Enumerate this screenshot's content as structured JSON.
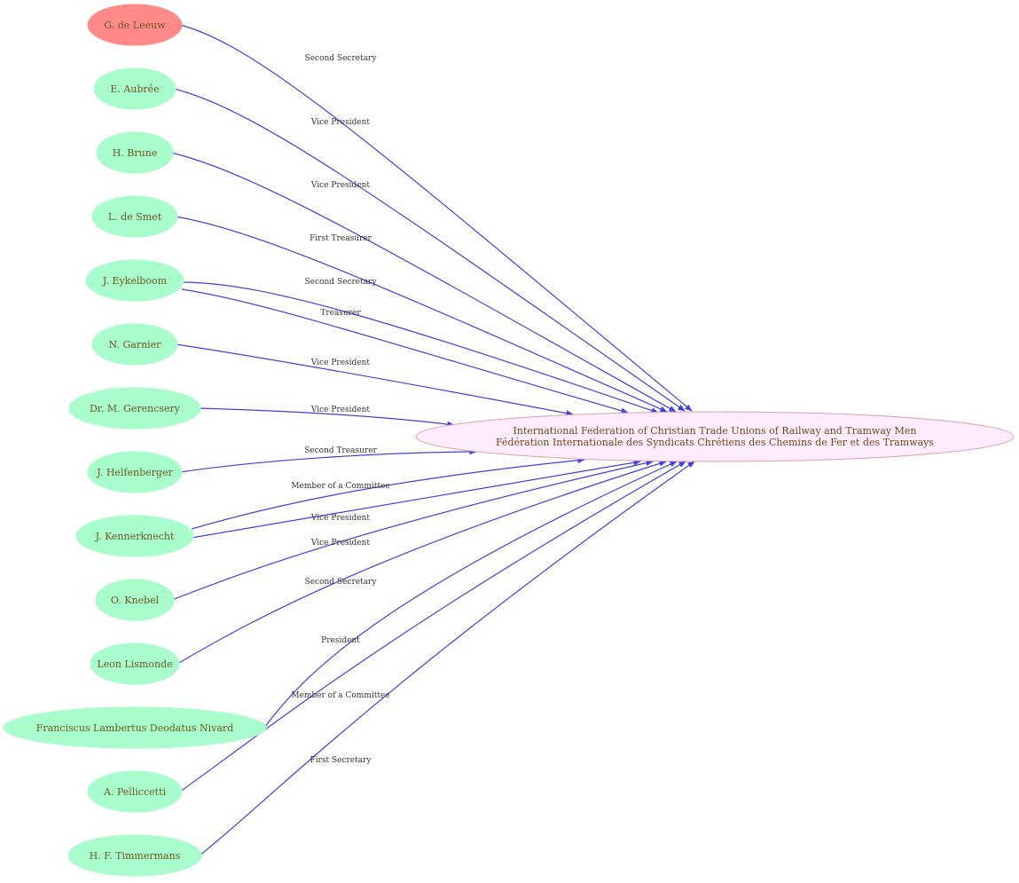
{
  "colors": {
    "person_fill": "#a9fccc",
    "highlight_fill": "#ff8a87",
    "center_fill": "#ffecfe",
    "center_stroke": "#e0a0a0",
    "edge": "#4040e0"
  },
  "center": {
    "line1": "International Federation of  Christian Trade Unions of Railway and Tramway Men",
    "line2": "Fédération Internationale des Syndicats Chrétiens des Chemins de Fer et des Tramways"
  },
  "people": [
    {
      "name": "G. de Leeuw",
      "highlight": true
    },
    {
      "name": "E. Aubrée"
    },
    {
      "name": "H. Brune"
    },
    {
      "name": "L. de Smet"
    },
    {
      "name": "J. Eykelboom"
    },
    {
      "name": "N. Garnier"
    },
    {
      "name": "Dr. M. Gerencsery"
    },
    {
      "name": "J. Helfenberger"
    },
    {
      "name": "J. Kennerknecht"
    },
    {
      "name": "O. Knebel"
    },
    {
      "name": "Leon Lismonde"
    },
    {
      "name": "Franciscus Lambertus Deodatus Nivard"
    },
    {
      "name": "A. Pelliccetti"
    },
    {
      "name": "H. F. Timmermans"
    }
  ],
  "edges": [
    {
      "from": 0,
      "label": "Second Secretary"
    },
    {
      "from": 1,
      "label": "Vice President"
    },
    {
      "from": 2,
      "label": "Vice President"
    },
    {
      "from": 3,
      "label": "First Treasurer"
    },
    {
      "from": 4,
      "label": "Second Secretary"
    },
    {
      "from": 4,
      "label": "Treasurer"
    },
    {
      "from": 5,
      "label": "Vice President"
    },
    {
      "from": 6,
      "label": "Vice President"
    },
    {
      "from": 7,
      "label": "Second Treasurer"
    },
    {
      "from": 8,
      "label": "Member of a Committee"
    },
    {
      "from": 8,
      "label": "Vice President"
    },
    {
      "from": 9,
      "label": "Vice President"
    },
    {
      "from": 10,
      "label": "Second Secretary"
    },
    {
      "from": 11,
      "label": "President"
    },
    {
      "from": 12,
      "label": "Member of a Committee"
    },
    {
      "from": 13,
      "label": "First Secretary"
    }
  ]
}
